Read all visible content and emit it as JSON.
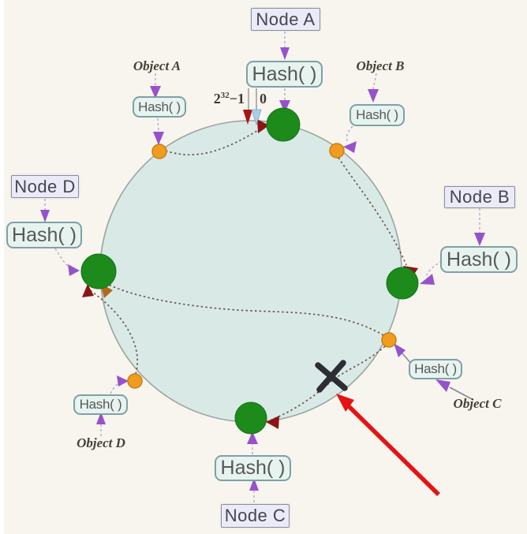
{
  "labels": {
    "hash": "Hash( )"
  },
  "nodes": {
    "a": "Node A",
    "b": "Node B",
    "c": "Node C",
    "d": "Node D"
  },
  "objects": {
    "a": "Object A",
    "b": "Object B",
    "c": "Object C",
    "d": "Object D"
  },
  "range": {
    "base": "2",
    "exponent": "32",
    "suffix": "−1",
    "zero": "0"
  },
  "colors": {
    "background": "#f7f5ee",
    "ring_fill": "#d9eae6",
    "ring_border": "#9aa5a2",
    "node_marker_fill": "#1c8b1c",
    "object_marker_fill": "#f09d1f",
    "node_box_fill": "#eaeaf8",
    "hash_box_fill": "#e6f3ee",
    "hash_box_border": "#7fa0a6",
    "purple_arrow": "#9652cc",
    "purple_arrow_light": "#a77fd9",
    "dark_red_arrow": "#8c1414",
    "brown_arrow": "#b06a1f",
    "light_blue_arrow": "#a9cdea",
    "dotted_path": "#6f574f",
    "x_marker": "#2d2d36",
    "attention_arrow": "#e51414"
  }
}
